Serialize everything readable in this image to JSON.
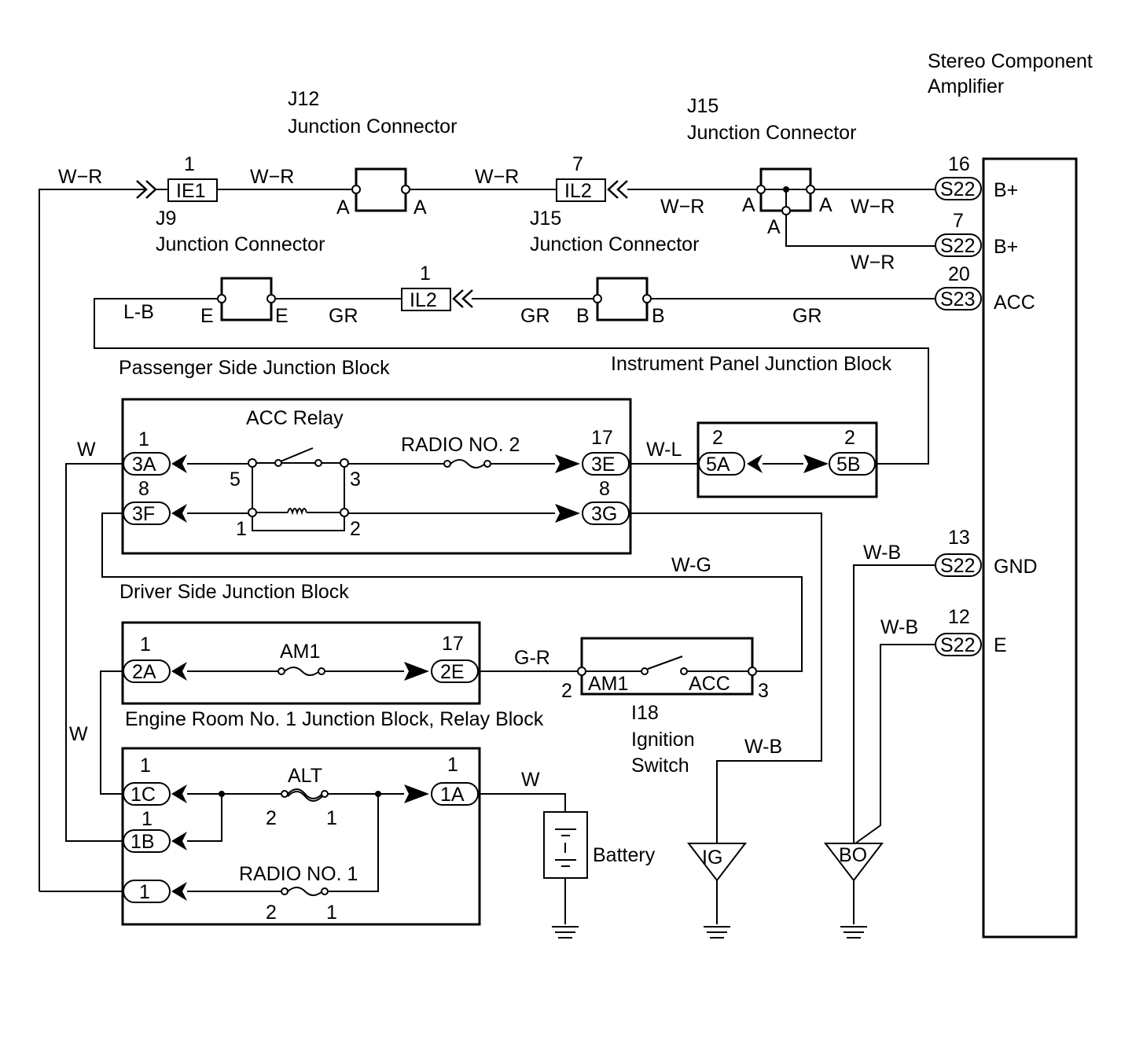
{
  "amplifier": {
    "name_line1": "Stereo Component",
    "name_line2": "Amplifier",
    "terminals": [
      {
        "pin": "16",
        "connector": "S22",
        "label": "B+"
      },
      {
        "pin": "7",
        "connector": "S22",
        "label": "B+"
      },
      {
        "pin": "20",
        "connector": "S23",
        "label": "ACC"
      },
      {
        "pin": "13",
        "connector": "S22",
        "label": "GND"
      },
      {
        "pin": "12",
        "connector": "S22",
        "label": "E"
      }
    ]
  },
  "junction_connectors": {
    "j12": {
      "code": "J12",
      "name": "Junction Connector",
      "pin_left": "A",
      "pin_right": "A"
    },
    "j15_top": {
      "code": "J15",
      "name": "Junction Connector",
      "pin_left": "A",
      "pin_right": "A",
      "pin_bottom": "A"
    },
    "j9": {
      "code": "J9",
      "name": "Junction Connector",
      "pin_left": "E",
      "pin_right": "E"
    },
    "j15_bottom": {
      "code": "J15",
      "name": "Junction Connector",
      "pin_left": "B",
      "pin_right": "B"
    }
  },
  "inline_connectors": {
    "ie1": {
      "code": "IE1",
      "pin": "1"
    },
    "il2_top": {
      "code": "IL2",
      "pin": "7"
    },
    "il2_bottom": {
      "code": "IL2",
      "pin": "1"
    }
  },
  "wires": {
    "w1": "W−R",
    "w2": "W−R",
    "w3": "W−R",
    "w4": "W−R",
    "w5": "W−R",
    "w6": "W−R",
    "lb": "L-B",
    "gr1": "GR",
    "gr2": "GR",
    "gr3": "GR",
    "w_acc": "W",
    "wl": "W-L",
    "wg": "W-G",
    "gr_ign": "G-R",
    "w_left": "W",
    "w_batt": "W",
    "wb_ig": "W-B",
    "wb_gnd": "W-B",
    "wb_e": "W-B"
  },
  "passenger_jb": {
    "title": "Passenger Side Junction Block",
    "relay_name": "ACC Relay",
    "relay_pins": {
      "p5": "5",
      "p3": "3",
      "p1": "1",
      "p2": "2"
    },
    "fuse_name": "RADIO NO. 2",
    "connectors": [
      {
        "pin": "1",
        "code": "3A"
      },
      {
        "pin": "8",
        "code": "3F"
      },
      {
        "pin": "17",
        "code": "3E"
      },
      {
        "pin": "8",
        "code": "3G"
      }
    ]
  },
  "instrument_jb": {
    "title": "Instrument Panel Junction Block",
    "connectors": [
      {
        "pin": "2",
        "code": "5A"
      },
      {
        "pin": "2",
        "code": "5B"
      }
    ]
  },
  "driver_jb": {
    "title": "Driver Side Junction Block",
    "fuse_name": "AM1",
    "connectors": [
      {
        "pin": "1",
        "code": "2A"
      },
      {
        "pin": "17",
        "code": "2E"
      }
    ]
  },
  "ignition_switch": {
    "code": "I18",
    "name_line1": "Ignition",
    "name_line2": "Switch",
    "term_left": "AM1",
    "term_right": "ACC",
    "pin_left": "2",
    "pin_right": "3"
  },
  "engine_room_jb": {
    "title": "Engine Room No. 1 Junction Block, Relay Block",
    "fuse_alt": "ALT",
    "fuse_alt_pins": {
      "left": "2",
      "right": "1"
    },
    "fuse_radio": "RADIO NO. 1",
    "fuse_radio_pins": {
      "left": "2",
      "right": "1"
    },
    "connectors": [
      {
        "pin": "1",
        "code": "1C"
      },
      {
        "pin": "1",
        "code": "1B"
      },
      {
        "pin": "",
        "code": "1"
      },
      {
        "pin": "1",
        "code": "1A"
      }
    ]
  },
  "battery": {
    "label": "Battery"
  },
  "grounds": {
    "ig": "IG",
    "bo": "BO"
  }
}
